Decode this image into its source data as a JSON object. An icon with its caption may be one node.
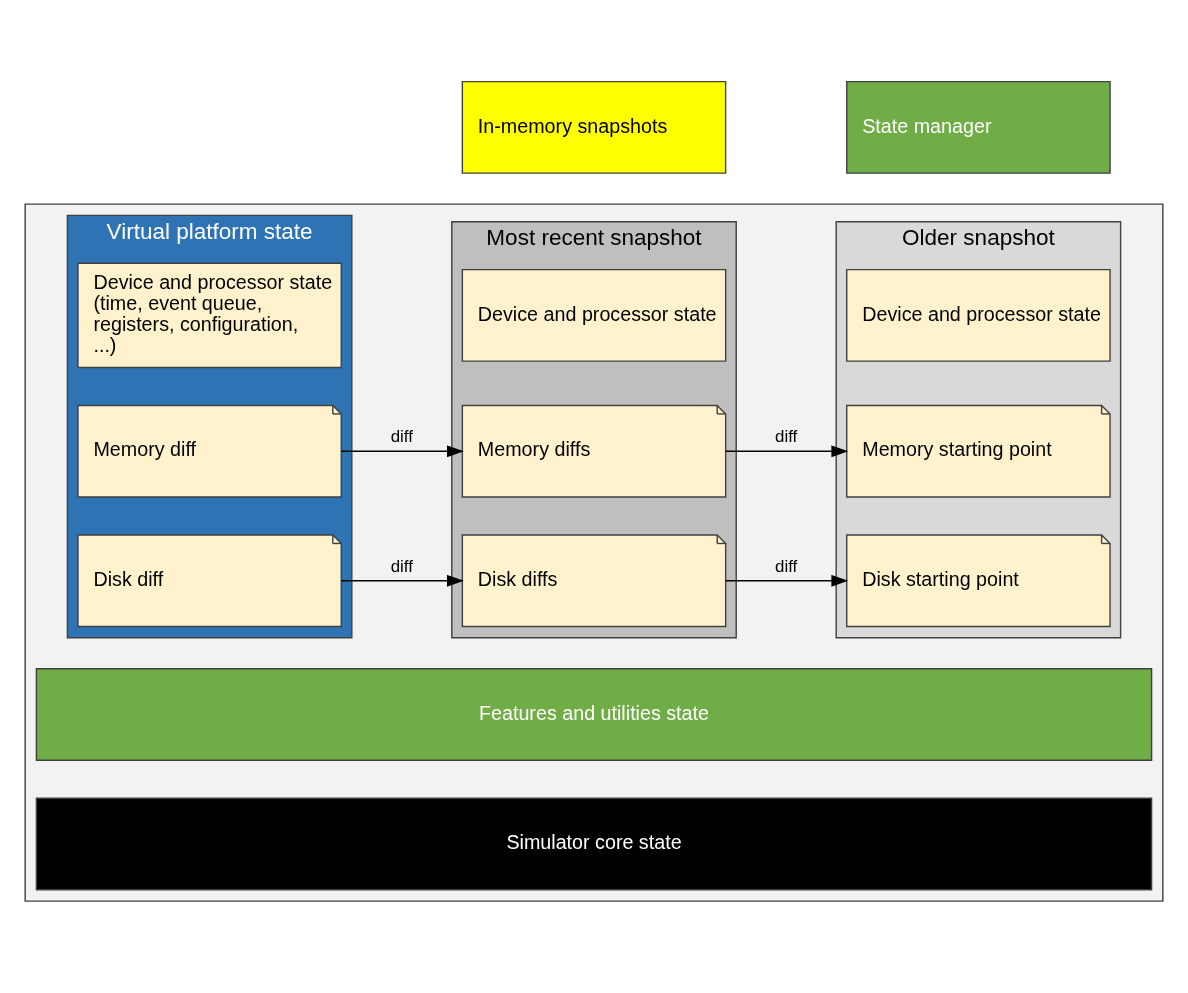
{
  "diagram": {
    "nodes": [
      {
        "text": [],
        "shape": "box"
      },
      {
        "text": [
          "State manager"
        ]
      },
      {
        "text": [
          "In-memory snapshots"
        ]
      },
      {
        "text": [
          "Virtual platform state"
        ],
        "in": 0
      },
      {
        "text": [
          "Device and processor state (time, event queue, registers, configuration, ...)"
        ],
        "in": 3
      },
      {
        "text": [
          "Memory diff"
        ],
        "in": 3
      },
      {
        "text": [
          "Disk diff"
        ],
        "in": 3
      },
      {
        "text": [
          "Most recent snapshot"
        ],
        "in": 0
      },
      {
        "text": [
          "Device and processor state"
        ],
        "in": 7
      },
      {
        "text": [
          "Memory diffs"
        ],
        "in": 7
      },
      {
        "text": [
          "Disk diffs"
        ],
        "in": 7
      },
      {
        "text": [
          "Older snapshot"
        ],
        "in": 0
      },
      {
        "text": [
          "Device and processor state"
        ],
        "in": 11
      },
      {
        "text": [
          "Memory starting point"
        ],
        "in": 11
      },
      {
        "text": [
          "Disk starting point"
        ],
        "in": 11
      },
      {
        "text": [
          "Features and utilities state"
        ],
        "in": 0
      },
      {
        "text": [
          "Simulator core state"
        ],
        "in": 0
      }
    ],
    "edges": [
      {
        "from": 5,
        "to": 9,
        "arrow": "to",
        "label": "diff"
      },
      {
        "from": 9,
        "to": 13,
        "arrow": "to",
        "label": "diff"
      },
      {
        "from": 6,
        "to": 10,
        "arrow": "to",
        "label": "diff"
      },
      {
        "from": 10,
        "to": 14,
        "arrow": "to",
        "label": "diff"
      }
    ]
  }
}
